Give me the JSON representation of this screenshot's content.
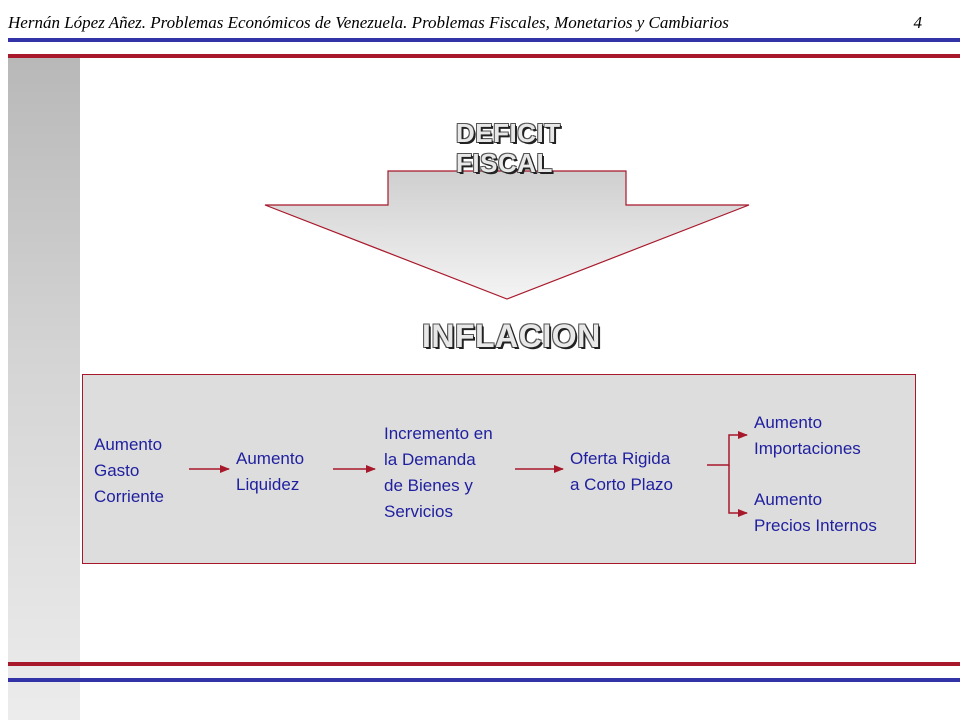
{
  "header": {
    "title": "Hernán López Añez. Problemas Económicos de Venezuela. Problemas Fiscales, Monetarios y Cambiarios",
    "page_number": "4"
  },
  "diagram": {
    "top_label": [
      "DEFICIT",
      "FISCAL"
    ],
    "result_label": "INFLACION",
    "nodes": [
      {
        "id": "gasto",
        "lines": [
          "Aumento",
          "Gasto",
          "Corriente"
        ]
      },
      {
        "id": "liquidez",
        "lines": [
          "Aumento",
          "Liquidez"
        ]
      },
      {
        "id": "demanda",
        "lines": [
          "Incremento en",
          "la Demanda",
          "de Bienes y",
          "Servicios"
        ]
      },
      {
        "id": "oferta",
        "lines": [
          "Oferta Rigida",
          "a Corto Plazo"
        ]
      },
      {
        "id": "importaciones",
        "lines": [
          "Aumento",
          "Importaciones"
        ]
      },
      {
        "id": "precios",
        "lines": [
          "Aumento",
          "Precios Internos"
        ]
      }
    ],
    "edges": [
      {
        "from": "gasto",
        "to": "liquidez"
      },
      {
        "from": "liquidez",
        "to": "demanda"
      },
      {
        "from": "demanda",
        "to": "oferta"
      },
      {
        "from": "oferta",
        "to": "importaciones"
      },
      {
        "from": "oferta",
        "to": "precios"
      }
    ]
  },
  "colors": {
    "node_text": "#1f1fa0",
    "arrow": "#a8182b",
    "rule_blue": "#3333a8",
    "rule_red": "#a8182b"
  }
}
